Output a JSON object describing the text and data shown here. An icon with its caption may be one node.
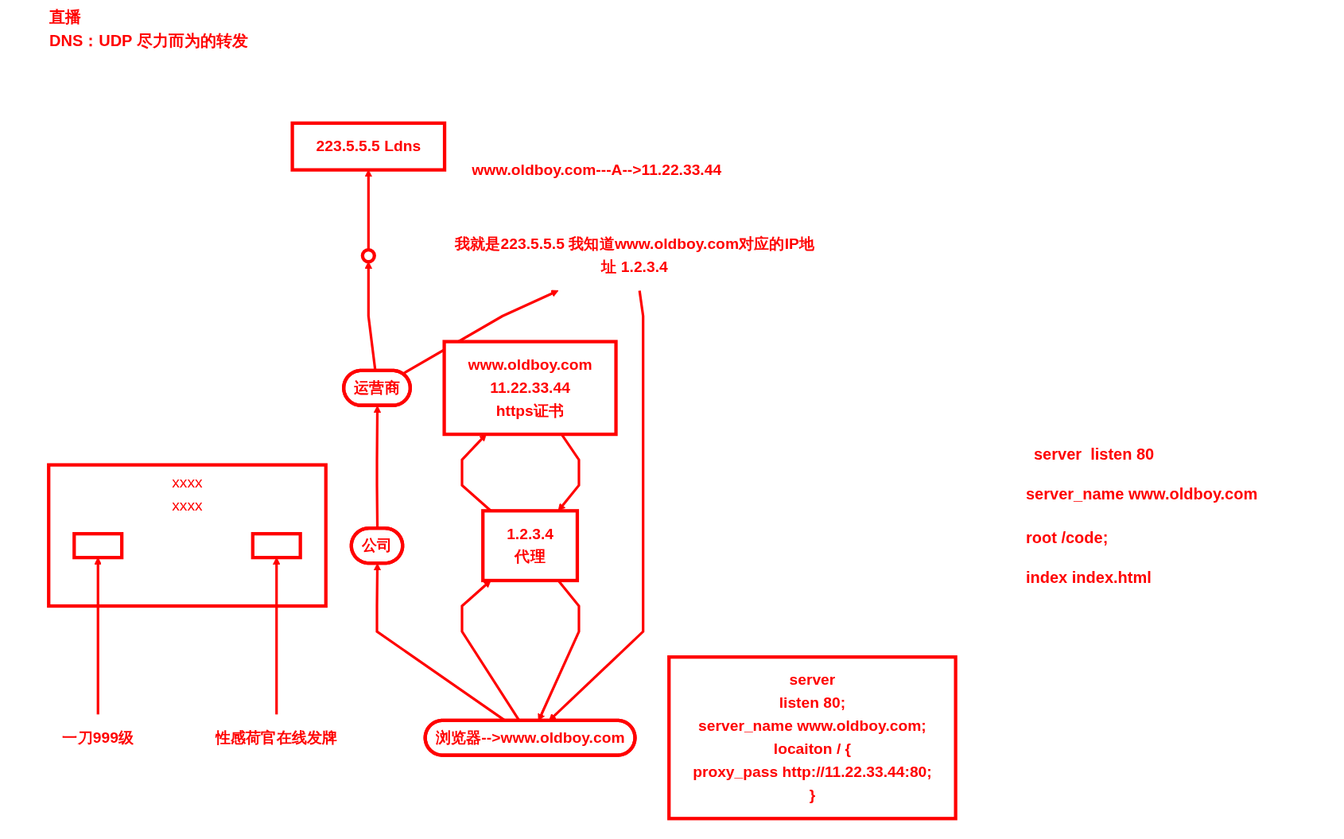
{
  "diagram": {
    "nodes": [
      {
        "text": [
          "223.5.5.5 Ldns"
        ],
        "beside": [
          "www.oldboy.com---A-->11.22.33.44"
        ]
      },
      {
        "text": [],
        "shape": "circle"
      },
      {
        "text": [
          "运营商"
        ]
      },
      {
        "text": [
          "我就是223.5.5.5 我知道www.oldboy.com对应的IP地址 1.2.3.4"
        ]
      },
      {
        "text": [
          "xxxx",
          "xxxx"
        ]
      },
      {
        "text": [],
        "shape": "box",
        "in": 4
      },
      {
        "text": [],
        "shape": "box",
        "in": 4
      },
      {
        "text": [
          "性感荷官在线发牌"
        ]
      },
      {
        "text": [
          "公司"
        ]
      },
      {
        "text": [
          "一刀999级"
        ]
      },
      {
        "text": [
          "浏览器-->www.oldboy.com"
        ]
      },
      {
        "text": [
          "1.2.3.4",
          "代理"
        ]
      },
      {
        "text": [
          "www.oldboy.com",
          "11.22.33.44",
          "https证书"
        ]
      },
      {
        "text": [
          "server",
          "listen 80;",
          "server_name www.oldboy.com;",
          "locaiton /  {",
          "proxy_pass http://11.22.33.44:80;",
          "}"
        ]
      }
    ],
    "edges": [
      {
        "from": 10,
        "to": 8,
        "arrow": "to"
      },
      {
        "from": 8,
        "to": 2,
        "arrow": "to"
      },
      {
        "from": 2,
        "to": 1,
        "arrow": "to"
      },
      {
        "from": 1,
        "to": 0,
        "arrow": "to"
      },
      {
        "from": 2,
        "to": 3,
        "arrow": "to"
      },
      {
        "from": 3,
        "to": 10,
        "arrow": "to"
      },
      {
        "from": 10,
        "to": 11,
        "arrow": "to"
      },
      {
        "from": 11,
        "to": 10,
        "arrow": "to"
      },
      {
        "from": 11,
        "to": 12,
        "arrow": "to"
      },
      {
        "from": 12,
        "to": 11,
        "arrow": "to"
      },
      {
        "from": 9,
        "to": 5,
        "arrow": "to"
      },
      {
        "from": 7,
        "to": 6,
        "arrow": "to"
      }
    ],
    "labels": [
      "直播",
      "DNS：UDP 尽力而为的转发",
      "server  listen 80",
      "server_name www.oldboy.com",
      "root /code;",
      "index index.html"
    ]
  }
}
